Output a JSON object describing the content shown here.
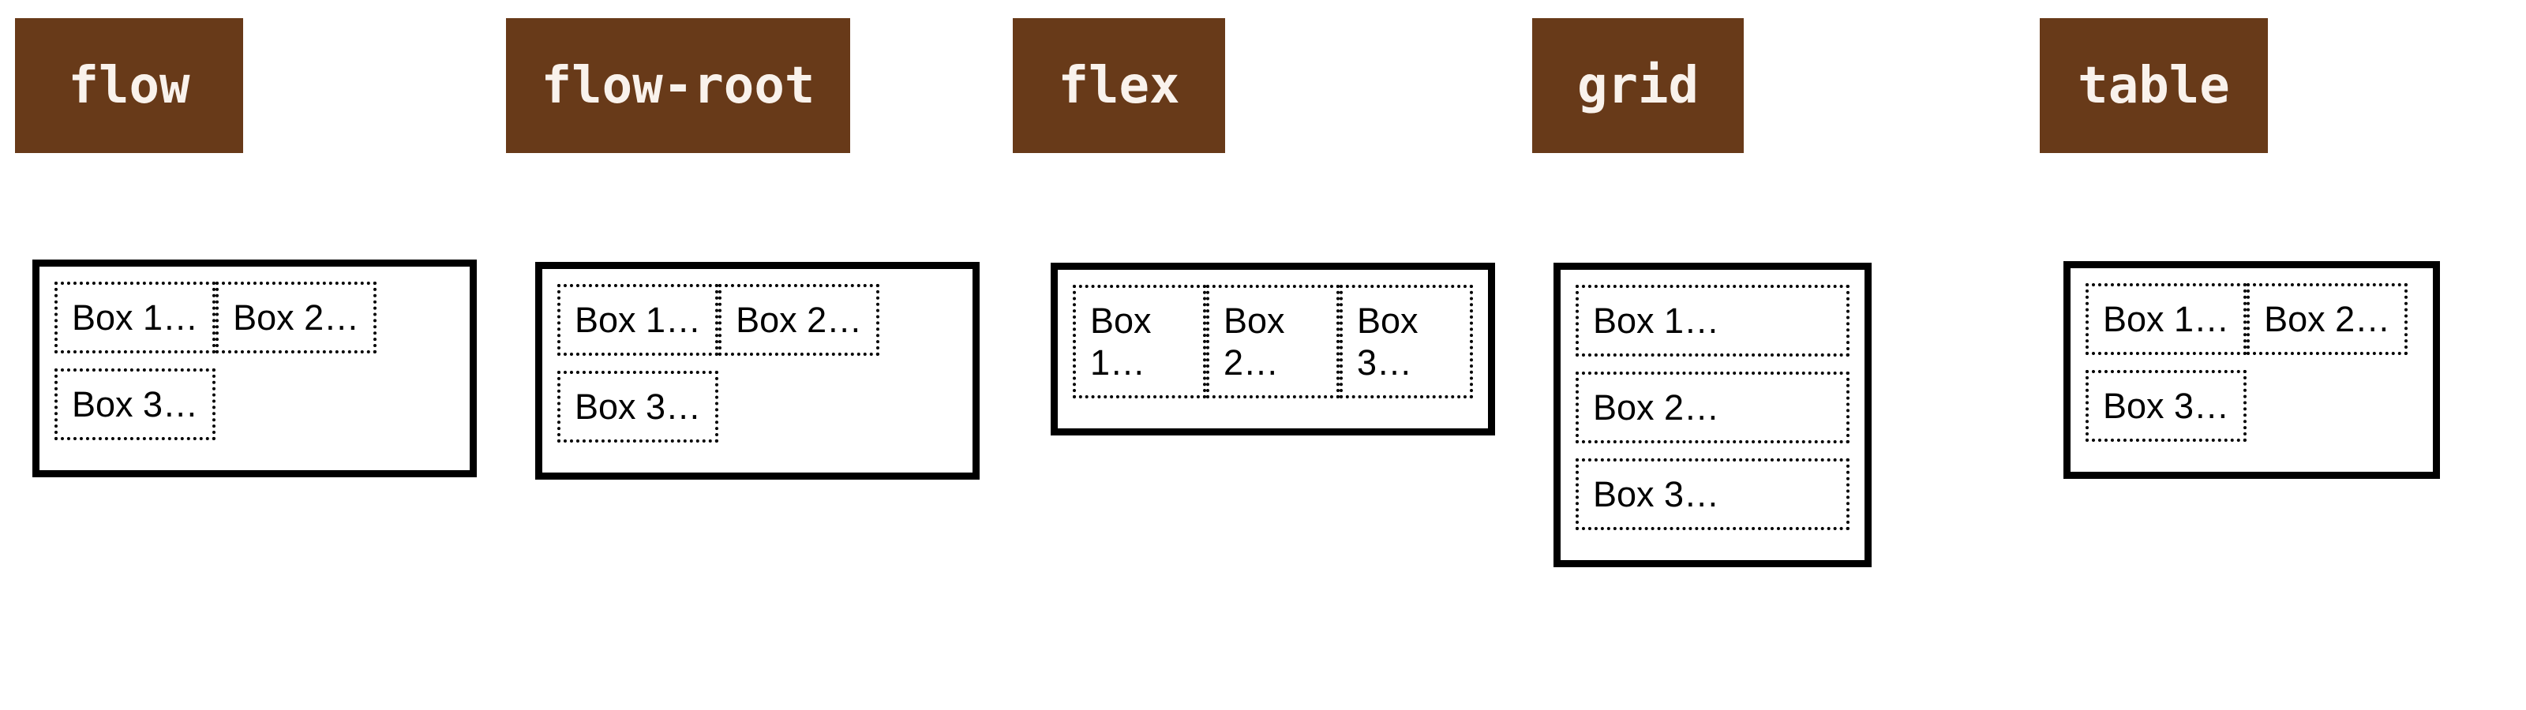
{
  "colors": {
    "page_bg": "#ffffff",
    "label_bg": "#683a19",
    "label_text": "#f9f2ec",
    "border_color": "#000000",
    "box_text": "#000000"
  },
  "examples": [
    {
      "display_value": "flow",
      "boxes": [
        "Box 1…",
        "Box 2…",
        "Box 3…"
      ]
    },
    {
      "display_value": "flow-root",
      "boxes": [
        "Box 1…",
        "Box 2…",
        "Box 3…"
      ]
    },
    {
      "display_value": "flex",
      "boxes": [
        "Box 1…",
        "Box 2…",
        "Box 3…"
      ]
    },
    {
      "display_value": "grid",
      "boxes": [
        "Box 1…",
        "Box 2…",
        "Box 3…"
      ]
    },
    {
      "display_value": "table",
      "boxes": [
        "Box 1…",
        "Box 2…",
        "Box 3…"
      ]
    }
  ]
}
